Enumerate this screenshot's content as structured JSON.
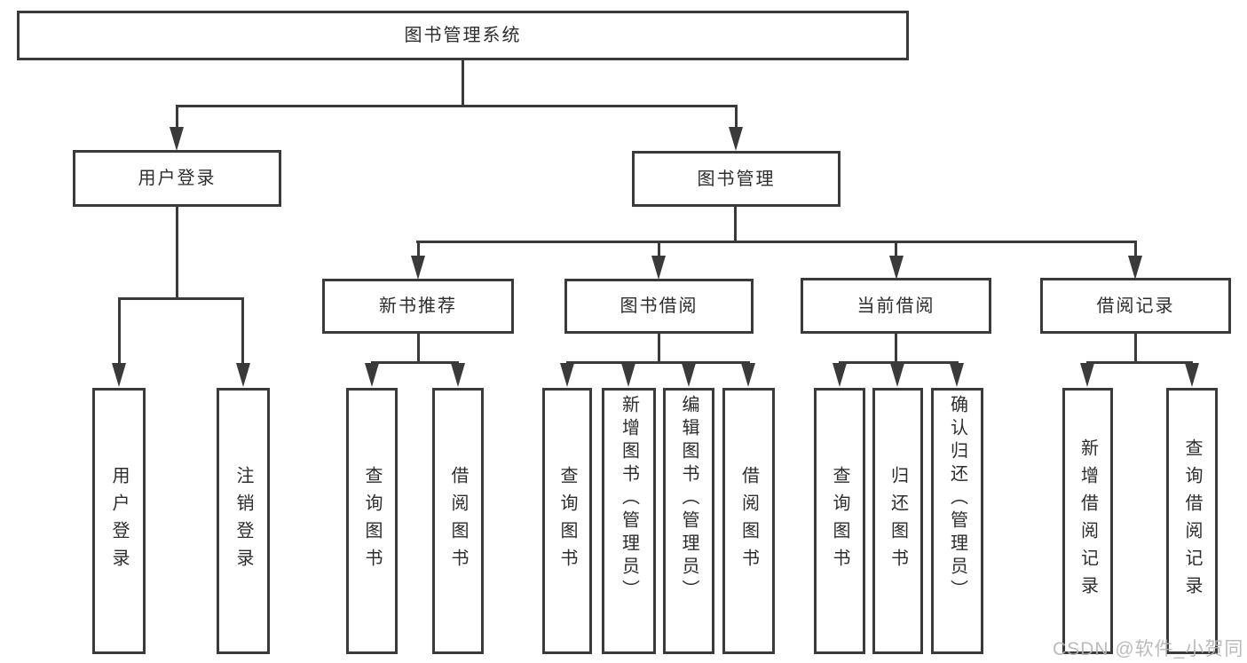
{
  "diagram": {
    "tree": {
      "label": "图书管理系统",
      "children": [
        {
          "label": "用户登录",
          "children": [
            {
              "label": "用户登录"
            },
            {
              "label": "注销登录"
            }
          ]
        },
        {
          "label": "图书管理",
          "children": [
            {
              "label": "新书推荐",
              "children": [
                {
                  "label": "查询图书"
                },
                {
                  "label": "借阅图书"
                }
              ]
            },
            {
              "label": "图书借阅",
              "children": [
                {
                  "label": "查询图书"
                },
                {
                  "label": "新增图书（管理员）"
                },
                {
                  "label": "编辑图书（管理员）"
                },
                {
                  "label": "借阅图书"
                }
              ]
            },
            {
              "label": "当前借阅",
              "children": [
                {
                  "label": "查询图书"
                },
                {
                  "label": "归还图书"
                },
                {
                  "label": "确认归还（管理员）"
                }
              ]
            },
            {
              "label": "借阅记录",
              "children": [
                {
                  "label": "新增借阅记录"
                },
                {
                  "label": "查询借阅记录"
                }
              ]
            }
          ]
        }
      ]
    },
    "watermark": "CSDN @软件_小贺同学",
    "colors": {
      "line": "#3a3a3a",
      "text": "#2d2d2d",
      "watermark": "#b4b4b4",
      "background": "#ffffff"
    }
  }
}
